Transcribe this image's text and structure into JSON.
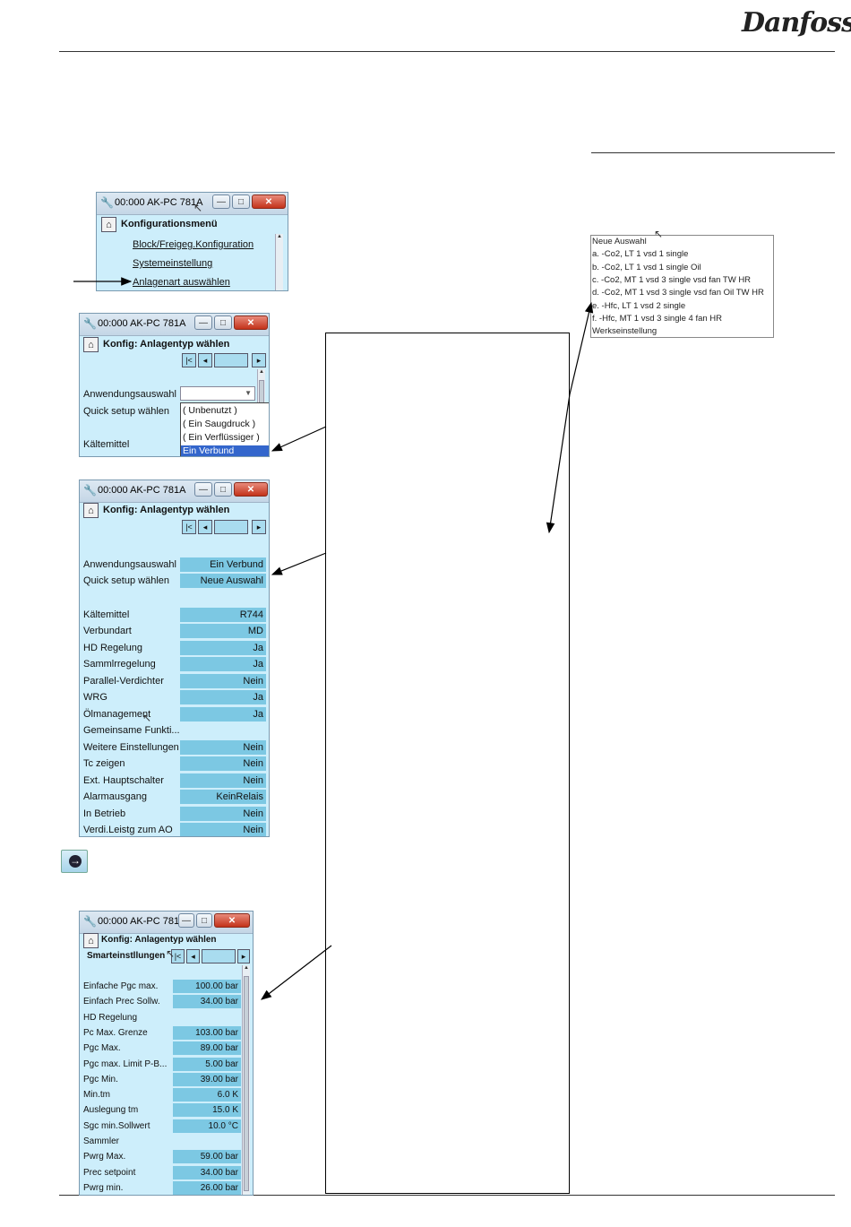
{
  "brand": {
    "logo_text": "Danfoss"
  },
  "window_title": "00:000 AK-PC 781A",
  "win1": {
    "header": "Konfigurationsmenü",
    "items": [
      "Block/Freigeg.Konfiguration",
      "Systemeinstellung",
      "Anlagenart auswählen"
    ]
  },
  "win2": {
    "header": "Konfig: Anlagentyp wählen",
    "labels": [
      "Anwendungsauswahl",
      "Quick setup wählen",
      "Kältemittel"
    ],
    "dropdown_options": [
      "( Unbenutzt )",
      "( Ein Saugdruck )",
      "( Ein Verflüssiger )",
      "Ein Verbund"
    ]
  },
  "win3": {
    "header": "Konfig: Anlagentyp wählen",
    "rows": [
      {
        "label": "Anwendungsauswahl",
        "value": "Ein Verbund"
      },
      {
        "label": "Quick setup wählen",
        "value": "Neue Auswahl"
      },
      {
        "label": "Kältemittel",
        "value": "R744"
      },
      {
        "label": "Verbundart",
        "value": "MD"
      },
      {
        "label": "HD Regelung",
        "value": "Ja"
      },
      {
        "label": "Sammlrregelung",
        "value": "Ja"
      },
      {
        "label": "Parallel-Verdichter",
        "value": "Nein"
      },
      {
        "label": "WRG",
        "value": "Ja"
      },
      {
        "label": "Ölmanagement",
        "value": "Ja"
      },
      {
        "label": "Gemeinsame Funkti...",
        "value": ""
      },
      {
        "label": "Weitere Einstellungen",
        "value": "Nein"
      },
      {
        "label": "Tc zeigen",
        "value": "Nein"
      },
      {
        "label": "Ext. Hauptschalter",
        "value": "Nein"
      },
      {
        "label": "Alarmausgang",
        "value": "KeinRelais"
      },
      {
        "label": "In Betrieb",
        "value": "Nein"
      },
      {
        "label": "Verdi.Leistg zum AO",
        "value": "Nein"
      }
    ]
  },
  "win4": {
    "header": "Konfig: Anlagentyp wählen",
    "subheader": "Smarteinstllungen",
    "rows": [
      {
        "label": "Einfache Pgc max.",
        "value": "100.00 bar"
      },
      {
        "label": "Einfach Prec Sollw.",
        "value": "34.00 bar"
      },
      {
        "label": "HD Regelung",
        "value": ""
      },
      {
        "label": "Pc Max. Grenze",
        "value": "103.00 bar"
      },
      {
        "label": "Pgc Max.",
        "value": "89.00 bar"
      },
      {
        "label": "Pgc max. Limit P-B...",
        "value": "5.00 bar"
      },
      {
        "label": "Pgc Min.",
        "value": "39.00 bar"
      },
      {
        "label": "Min.tm",
        "value": "6.0 K"
      },
      {
        "label": "Auslegung tm",
        "value": "15.0 K"
      },
      {
        "label": "Sgc min.Sollwert",
        "value": "10.0 °C"
      },
      {
        "label": "Sammler",
        "value": ""
      },
      {
        "label": "Pwrg Max.",
        "value": "59.00 bar"
      },
      {
        "label": "Prec setpoint",
        "value": "34.00 bar"
      },
      {
        "label": "Pwrg min.",
        "value": "26.00 bar"
      }
    ]
  },
  "popup": {
    "items": [
      "Neue Auswahl",
      "a. -Co2, LT 1 vsd 1 single",
      "b. -Co2, LT 1 vsd 1 single Oil",
      "c. -Co2, MT 1 vsd 3 single vsd fan TW HR",
      "d. -Co2, MT 1 vsd 3 single vsd fan Oil TW HR",
      "e. -Hfc, LT 1 vsd 2 single",
      "f. -Hfc, MT 1 vsd 3 single 4 fan HR",
      "Werkseinstellung"
    ]
  },
  "icons": {
    "home": "home-icon",
    "wrench": "wrench-icon",
    "next": "next-arrow-icon",
    "first": "first-page-icon",
    "prev": "prev-icon"
  }
}
